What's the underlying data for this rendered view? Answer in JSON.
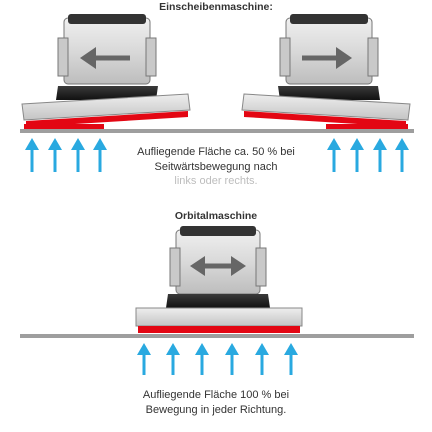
{
  "top": {
    "title": "Einscheibenmaschine:",
    "caption_line1": "Aufliegende Fläche ca. 50 % bei",
    "caption_line2": "Seitwärtsbewegung nach",
    "caption_line3": "links oder rechts."
  },
  "bottom": {
    "title": "Orbitalmaschine",
    "caption_line1": "Aufliegende Fläche 100 % bei",
    "caption_line2": "Bewegung in jeder Richtung."
  },
  "colors": {
    "pressure_arrow": "#29a9e0",
    "pad": "#e30613",
    "floor": "#9e9e9e",
    "machine_body": "#d9d9d9",
    "base_plate": "#1e1e1e"
  },
  "icons": {
    "left_machine": "arrow-left-icon",
    "right_machine": "arrow-right-icon",
    "orbital_machine": "arrow-double-icon"
  }
}
